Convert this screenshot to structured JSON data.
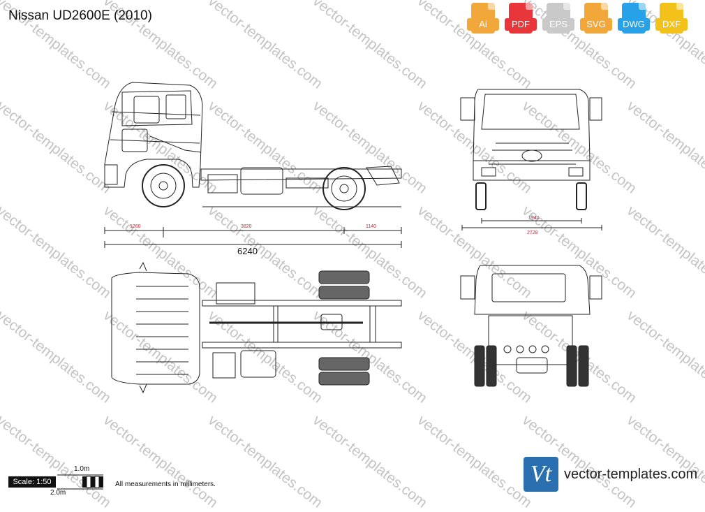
{
  "title": "Nissan UD2600E (2010)",
  "formats": [
    {
      "label": "Ai",
      "color": "#f2a73a"
    },
    {
      "label": "PDF",
      "color": "#e8363a"
    },
    {
      "label": "EPS",
      "color": "#c9c9c9"
    },
    {
      "label": "SVG",
      "color": "#f2a73a"
    },
    {
      "label": "DWG",
      "color": "#27a2e8"
    },
    {
      "label": "DXF",
      "color": "#f2c21a"
    }
  ],
  "watermark": "vector-templates.com",
  "dimensions": {
    "front_overhang": "1260",
    "wheelbase": "3820",
    "rear_overhang": "1140",
    "overall_length": "6240",
    "track_width": "1940",
    "overall_width": "2728"
  },
  "scale": {
    "label": "Scale: 1:50",
    "one_meter": "1.0m",
    "two_meter": "2.0m"
  },
  "note": "All measurements in millimeters.",
  "brand": {
    "logo_text": "Vt",
    "site": "vector-templates.com"
  }
}
